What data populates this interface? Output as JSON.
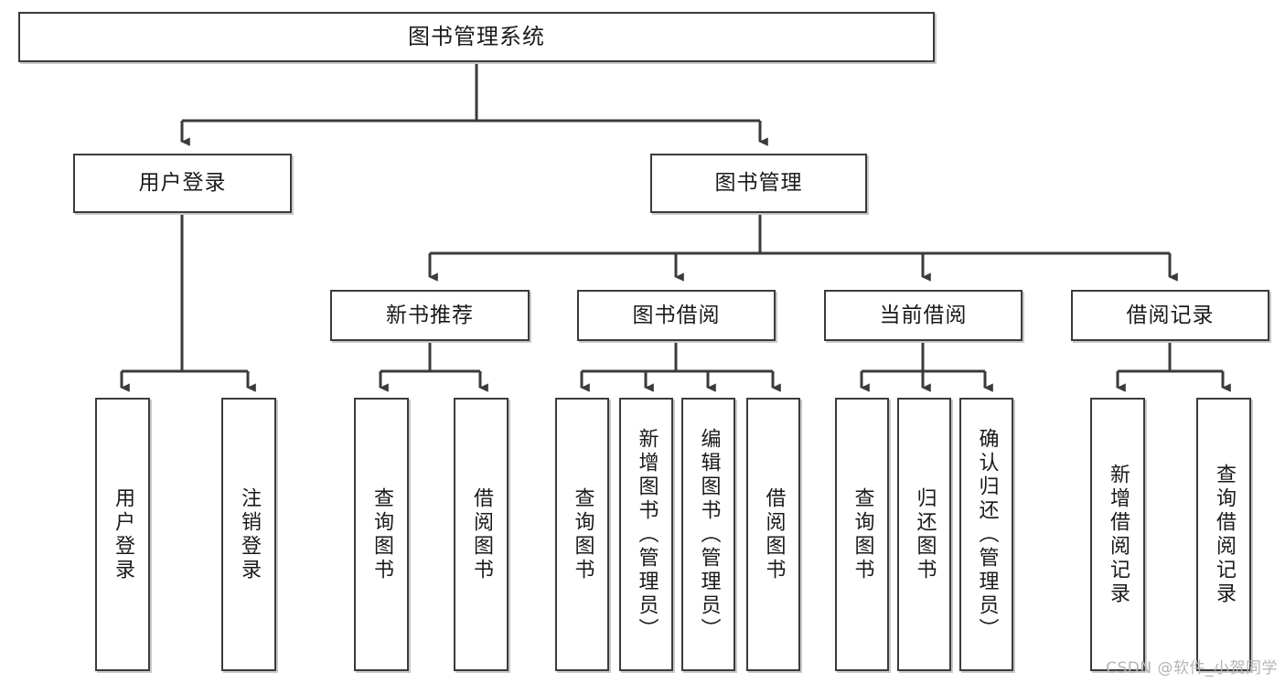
{
  "diagram": {
    "title_node": {
      "label": "图书管理系统"
    },
    "level2": [
      {
        "id": "user-login",
        "label": "用户登录"
      },
      {
        "id": "book-management",
        "label": "图书管理"
      }
    ],
    "level3": [
      {
        "id": "new-book-recommend",
        "label": "新书推荐"
      },
      {
        "id": "book-borrow",
        "label": "图书借阅"
      },
      {
        "id": "current-borrow",
        "label": "当前借阅"
      },
      {
        "id": "borrow-record",
        "label": "借阅记录"
      }
    ],
    "leaves": [
      {
        "id": "leaf-user-login",
        "label": "用户登录"
      },
      {
        "id": "leaf-logout-login",
        "label": "注销登录"
      },
      {
        "id": "leaf-query-book-1",
        "label": "查询图书"
      },
      {
        "id": "leaf-borrow-book-1",
        "label": "借阅图书"
      },
      {
        "id": "leaf-query-book-2",
        "label": "查询图书"
      },
      {
        "id": "leaf-add-book-admin",
        "label": "新增图书（管理员）"
      },
      {
        "id": "leaf-edit-book-admin",
        "label": "编辑图书（管理员）"
      },
      {
        "id": "leaf-borrow-book-2",
        "label": "借阅图书"
      },
      {
        "id": "leaf-query-book-3",
        "label": "查询图书"
      },
      {
        "id": "leaf-return-book",
        "label": "归还图书"
      },
      {
        "id": "leaf-confirm-return-admin",
        "label": "确认归还（管理员）"
      },
      {
        "id": "leaf-add-borrow-record",
        "label": "新增借阅记录"
      },
      {
        "id": "leaf-query-borrow-record",
        "label": "查询借阅记录"
      }
    ],
    "watermark": "CSDN @软件_小贺同学",
    "colors": {
      "stroke": "#3b3b3b",
      "text": "#1a1a1a",
      "background": "#ffffff",
      "watermark": "#b4b4b4"
    }
  }
}
